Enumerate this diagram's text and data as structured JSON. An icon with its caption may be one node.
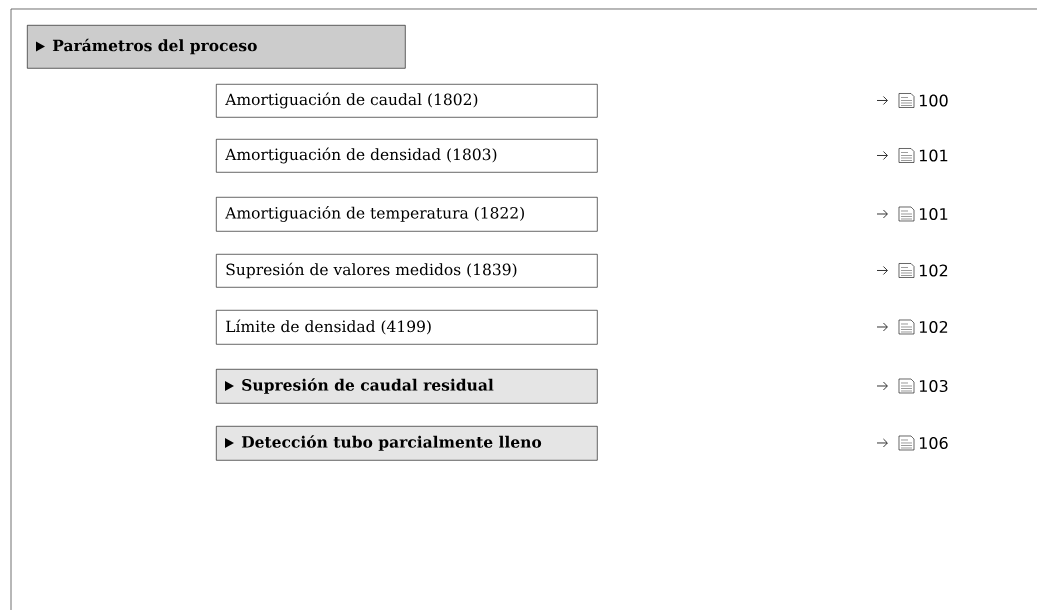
{
  "diagram": {
    "nodes": [
      {
        "text": [
          "Parámetros del proceso"
        ]
      },
      {
        "text": [
          "Amortiguación de caudal (1802)"
        ]
      },
      {
        "text": [
          "Amortiguación de densidad (1803)"
        ]
      },
      {
        "text": [
          "Amortiguación de temperatura (1822)"
        ]
      },
      {
        "text": [
          "Supresión de valores medidos (1839)"
        ]
      },
      {
        "text": [
          "Límite de densidad (4199)"
        ]
      },
      {
        "text": [
          "Supresión de caudal residual"
        ]
      },
      {
        "text": [
          "Detección tubo parcialmente lleno"
        ]
      }
    ],
    "labels": [
      "100",
      "101",
      "101",
      "102",
      "102",
      "103",
      "106"
    ]
  }
}
